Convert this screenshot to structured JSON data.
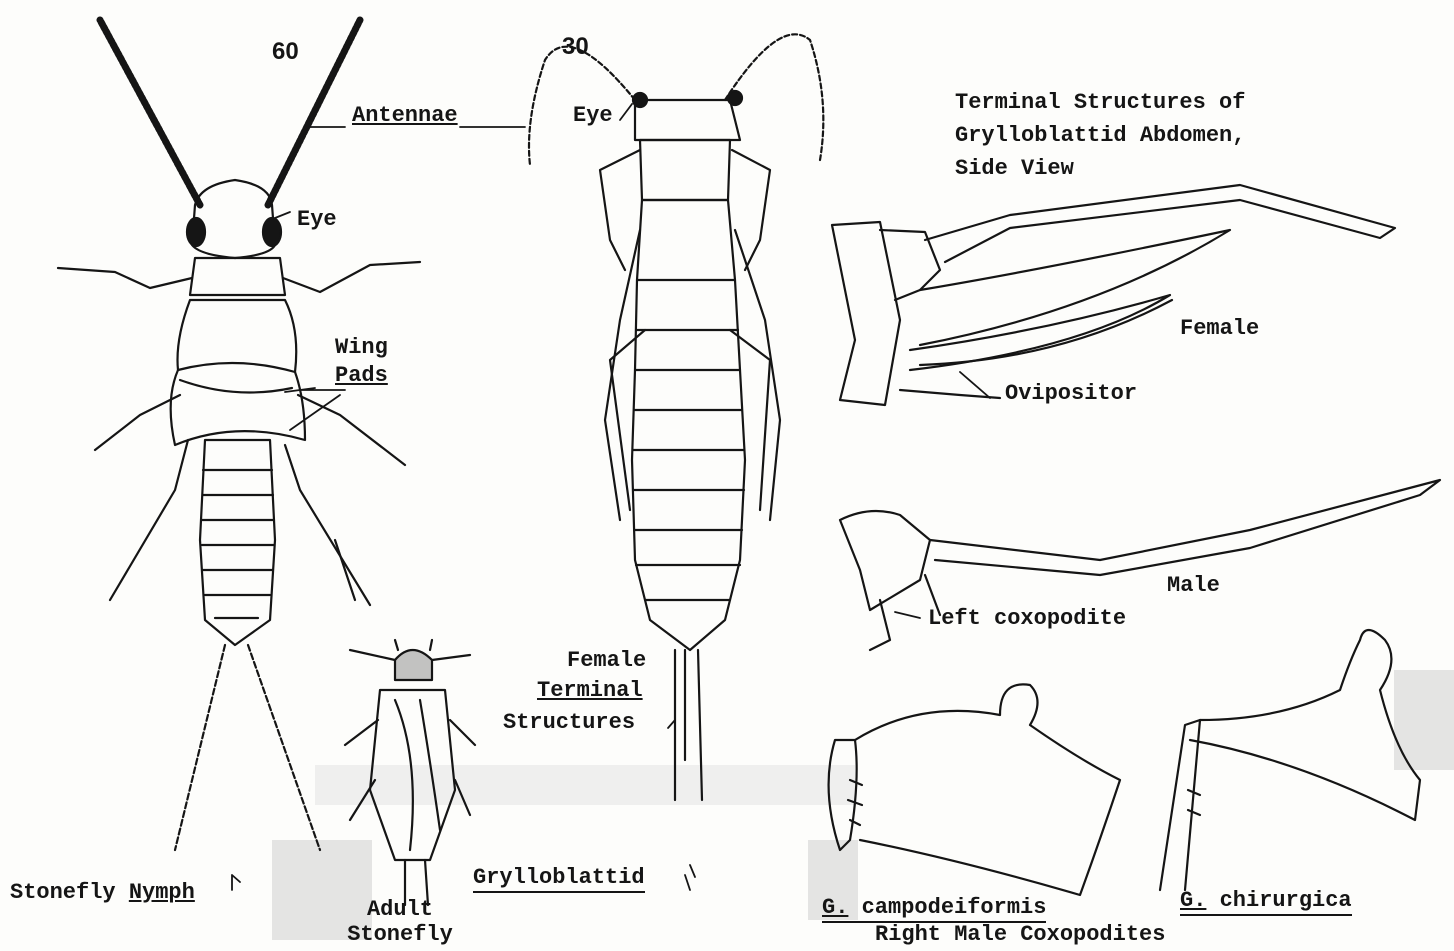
{
  "numbers": {
    "stonefly_nymph": "60",
    "grylloblattid": "30"
  },
  "labels": {
    "antennae": "Antennae",
    "eye_left": "Eye",
    "eye_center": "Eye",
    "wing_line1": "Wing",
    "wing_line2": "Pads",
    "stonefly_prefix": "Stonefly ",
    "nymph": "Nymph",
    "adult_line1": "Adult",
    "adult_line2": "Stonefly",
    "grylloblattid": "Grylloblattid",
    "female_term_line1": "Female",
    "female_term_line2": "Terminal",
    "female_term_line3": "Structures",
    "terminal_title_line1": "Terminal Structures of",
    "terminal_title_line2": "Grylloblattid Abdomen,",
    "terminal_title_line3": "Side View",
    "female": "Female",
    "ovipositor": "Ovipositor",
    "male": "Male",
    "left_coxopodite": "Left coxopodite",
    "g1_genus": "G.",
    "g1_species": "campodeiformis",
    "g2_genus": "G.",
    "g2_species": "chirurgica",
    "right_male": "Right Male Coxopodites"
  },
  "colors": {
    "ink": "#151515",
    "paper": "#fdfdfb",
    "shade": "#cfcfcf"
  }
}
